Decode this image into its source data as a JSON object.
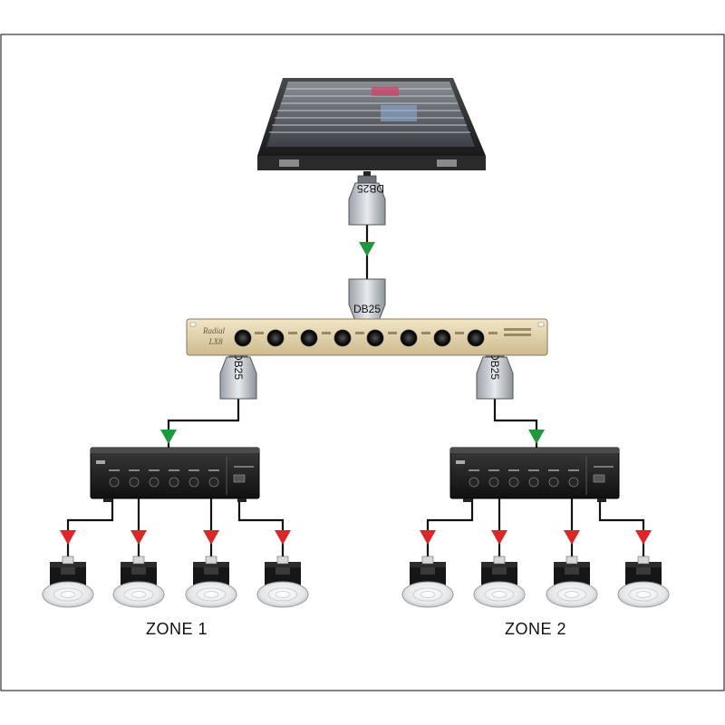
{
  "diagram": {
    "title": "",
    "connector_label": "DB25",
    "splitter_brand": "Radial",
    "splitter_model": "LX8",
    "zones": [
      {
        "label": "ZONE 1"
      },
      {
        "label": "ZONE 2"
      }
    ],
    "colors": {
      "signal_arrow": "#1e9a3c",
      "speaker_arrow": "#e0242a",
      "wire": "#111111",
      "border": "#333333"
    },
    "icons": [
      "mixing-console",
      "db25-connector",
      "splitter-rack",
      "amplifier",
      "ceiling-speaker",
      "arrow-down"
    ]
  }
}
